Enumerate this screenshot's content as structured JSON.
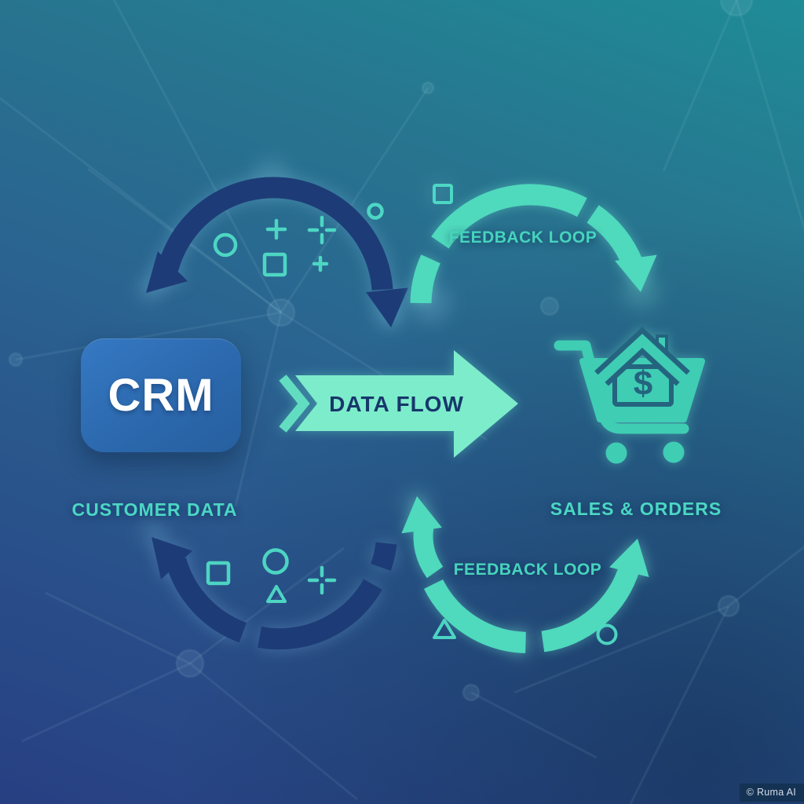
{
  "nodes": {
    "crm": {
      "label": "CRM",
      "caption": "CUSTOMER DATA"
    },
    "sales": {
      "caption": "SALES & ORDERS",
      "currency": "$"
    }
  },
  "flows": {
    "data_flow": {
      "label": "DATA FLOW"
    },
    "feedback_top": {
      "label": "FEEDBACK LOOP"
    },
    "feedback_bottom": {
      "label": "FEEDBACK LOOP"
    }
  },
  "icons": {
    "cart": "shopping-cart-with-house-dollar",
    "arcs": [
      "navy-cycle-arc-top",
      "navy-cycle-arc-bottom",
      "teal-feedback-arc-top",
      "teal-feedback-arc-bottom"
    ],
    "decor": [
      "circle-outline",
      "square-outline",
      "triangle-outline",
      "plus",
      "crosshair"
    ]
  },
  "palette": {
    "background_teal": "#1f8c96",
    "background_navy": "#273f82",
    "arc_navy": "#1d3c77",
    "arc_teal": "#4fd9bd",
    "arrow_mint": "#7deccb",
    "crm_blue": "#2e6db6",
    "label_teal": "#4bd7c4",
    "text_navy": "#17376b",
    "cart_teal": "#3fcdb4"
  },
  "watermark": {
    "text": "© Ruma AI"
  }
}
